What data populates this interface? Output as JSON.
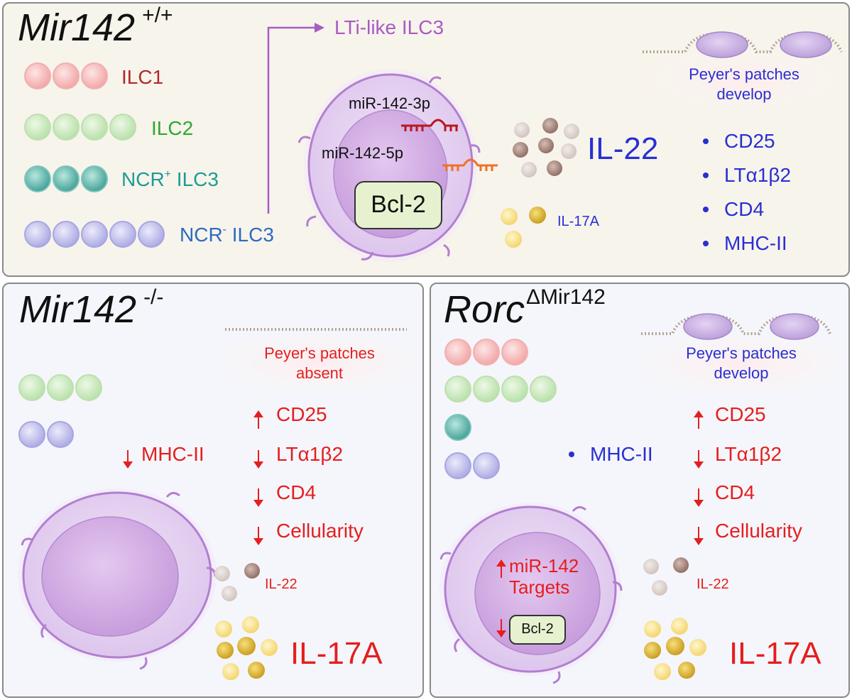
{
  "top": {
    "title": "Mir142",
    "title_sup": "+/+",
    "ilc1": "ILC1",
    "ilc2": "ILC2",
    "ncr_pos": "NCR",
    "ncr_pos_sup": "+",
    "ncr_pos_tail": " ILC3",
    "ncr_neg": "NCR",
    "ncr_neg_sup": "-",
    "ncr_neg_tail": " ILC3",
    "lti": "LTi-like ILC3",
    "mir3p": "miR-142-3p",
    "mir5p": "miR-142-5p",
    "bcl2": "Bcl-2",
    "il22": "IL-22",
    "il17a": "IL-17A",
    "pp_line1": "Peyer's patches",
    "pp_line2": "develop",
    "markers": [
      "CD25",
      "LTα1β2",
      "CD4",
      "MHC-II"
    ]
  },
  "bottom_left": {
    "title": "Mir142",
    "title_sup": "-/-",
    "pp_line1": "Peyer's patches",
    "pp_line2": "absent",
    "mhc": "MHC-II",
    "markers": [
      "CD25",
      "LTα1β2",
      "CD4",
      "Cellularity"
    ],
    "il22": "IL-22",
    "il17a": "IL-17A"
  },
  "bottom_right": {
    "title": "Rorc",
    "title_sup": "ΔMir142",
    "pp_line1": "Peyer's patches",
    "pp_line2": "develop",
    "mhc": "MHC-II",
    "markers": [
      "CD25",
      "LTα1β2",
      "CD4",
      "Cellularity"
    ],
    "targets_line1": "miR-142",
    "targets_line2": "Targets",
    "bcl2": "Bcl-2",
    "il22": "IL-22",
    "il17a": "IL-17A"
  },
  "colors": {
    "ilc1": "#f2a3a3",
    "ilc2": "#bfe3b3",
    "ncr_pos": "#5db8ad",
    "ncr_neg": "#b3b3e8",
    "lti_cell": "#e5d2f0",
    "label_ilc1": "#b02a2a",
    "label_ilc2": "#2ea82e",
    "label_ncr_pos": "#1d9c92",
    "label_ncr_neg": "#2d6bbf",
    "label_lti": "#a85bc2",
    "blue": "#2a2fd0",
    "red": "#e51e1e"
  }
}
